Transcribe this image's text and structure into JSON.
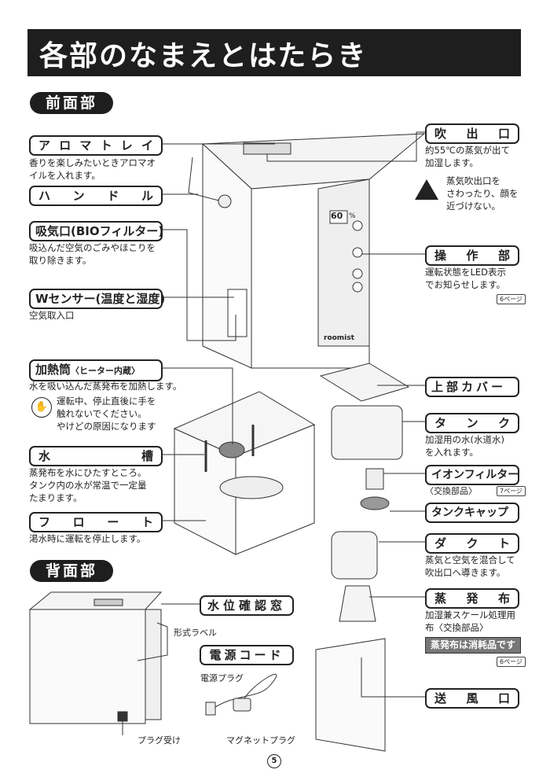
{
  "title": "各部のなまえとはたらき",
  "sections": {
    "front": "前面部",
    "back": "背面部"
  },
  "labels": {
    "aroma_tray": "アロマトレイ",
    "handle": "ハンドル",
    "intake": "吸気口(BIOフィルター)",
    "w_sensor": "Wセンサー(温度と湿度)",
    "heater_tube": "加熱筒",
    "heater_tube_sub": "〈ヒーター内蔵〉",
    "water_tank_basin": "水槽",
    "float": "フロート",
    "outlet": "吹出口",
    "control": "操作部",
    "top_cover": "上部カバー",
    "tank": "タンク",
    "ion_filter": "イオンフィルター",
    "tank_cap": "タンクキャップ",
    "duct": "ダクト",
    "evap_cloth": "蒸発布",
    "fan_outlet": "送風口",
    "water_window": "水位確認窓",
    "power_cord": "電源コード"
  },
  "descriptions": {
    "aroma_tray": "香りを楽しみたいときアロマオ\nイルを入れます。",
    "intake": "吸込んだ空気のごみやほこりを\n取り除きます。",
    "w_sensor": "空気取入口",
    "heater_tube": "水を吸い込んだ蒸発布を加熱します。",
    "water_tank_basin": "蒸発布を水にひたすところ。\nタンク内の水が常温で一定量\nたまります。",
    "float": "渇水時に運転を停止します。",
    "outlet": "約55℃の蒸気が出て\n加湿します。",
    "control": "運転状態をLED表示\nでお知らせします。",
    "tank": "加湿用の水(水道水)\nを入れます。",
    "ion_filter_sub": "〈交換部品〉",
    "duct": "蒸気と空気を混合して\n吹出口へ導きます。",
    "evap_cloth": "加湿兼スケール処理用\n布〈交換部品〉"
  },
  "warnings": {
    "outlet": "蒸気吹出口を\nさわったり、顔を\n近づけない。",
    "heater_tube": "運転中、停止直後に手を\n触れないでください。\nやけどの原因になります"
  },
  "notes": {
    "evap_consumable": "蒸発布は消耗品です"
  },
  "page_refs": {
    "control": "6ページ",
    "ion_filter": "7ページ",
    "evap_cloth": "6ページ"
  },
  "back_labels": {
    "model_label": "形式ラベル",
    "power_plug": "電源プラグ",
    "plug_receiver": "プラグ受け",
    "magnet_plug": "マグネットプラグ"
  },
  "device": {
    "brand": "roomist",
    "display": "60",
    "display_unit": "%"
  },
  "page_number": "5"
}
